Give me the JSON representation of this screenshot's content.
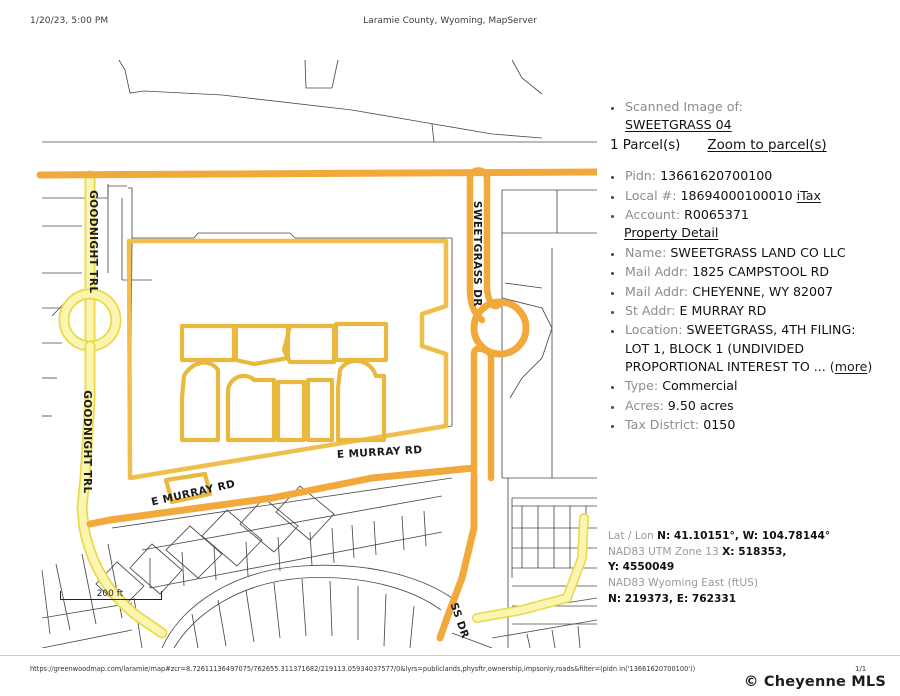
{
  "header": {
    "timestamp": "1/20/23, 5:00 PM",
    "title": "Laramie County, Wyoming, MapServer"
  },
  "map": {
    "scalebar_label": "200 ft",
    "road_labels": [
      "GOODNIGHT TRL",
      "GOODNIGHT TRL",
      "SWEETGRASS DR",
      "E MURRAY RD",
      "E MURRAY RD",
      "SS DR"
    ],
    "colors": {
      "arterial_road": "#F2A93B",
      "local_road_fill": "#FAF5B0",
      "local_road_edge": "#EBD94A",
      "parcel_highlight": "#EFBE4B",
      "building_outline": "#E9B93F",
      "parcel_line": "#4a4a4a"
    }
  },
  "info": {
    "scanned_image_label": "Scanned Image of:",
    "scanned_image_value": "SWEETGRASS 04",
    "parcel_count": "1 Parcel(s)",
    "zoom_to_parcels": "Zoom to parcel(s)",
    "items": [
      {
        "label": "Pidn:",
        "value": "13661620700100"
      },
      {
        "label": "Local #:",
        "value": "18694000100010",
        "link": "iTax"
      },
      {
        "label": "Account:",
        "value": "R0065371"
      },
      {
        "label": "Name:",
        "value": "SWEETGRASS LAND CO LLC"
      },
      {
        "label": "Mail Addr:",
        "value": "1825 CAMPSTOOL RD"
      },
      {
        "label": "Mail Addr:",
        "value": "CHEYENNE, WY 82007"
      },
      {
        "label": "St Addr:",
        "value": "E MURRAY RD"
      },
      {
        "label": "Location:",
        "value": "SWEETGRASS, 4TH FILING: LOT 1, BLOCK 1 (UNDIVIDED PROPORTIONAL INTEREST TO ...",
        "link": "(more)"
      },
      {
        "label": "Type:",
        "value": "Commercial"
      },
      {
        "label": "Acres:",
        "value": "9.50 acres"
      },
      {
        "label": "Tax District:",
        "value": "0150"
      }
    ],
    "property_detail_link": "Property Detail"
  },
  "coords": {
    "latlon_label": "Lat / Lon",
    "latlon_value": "N: 41.10151°, W: 104.78144°",
    "utm_label": "NAD83 UTM Zone 13",
    "utm_value_x": "X: 518353,",
    "utm_value_y": "Y: 4550049",
    "state_label": "NAD83 Wyoming East (ftUS)",
    "state_value": "N: 219373, E: 762331"
  },
  "footer": {
    "url": "https://greenwoodmap.com/laramie/map#zcr=8.72611136497075/762655.311371682/219113.05934037577/0&lyrs=publiclands,physftr,ownership,impsonly,roads&filter=(pidn in('13661620700100'))",
    "page": "1/1",
    "copyright": "© Cheyenne MLS"
  }
}
